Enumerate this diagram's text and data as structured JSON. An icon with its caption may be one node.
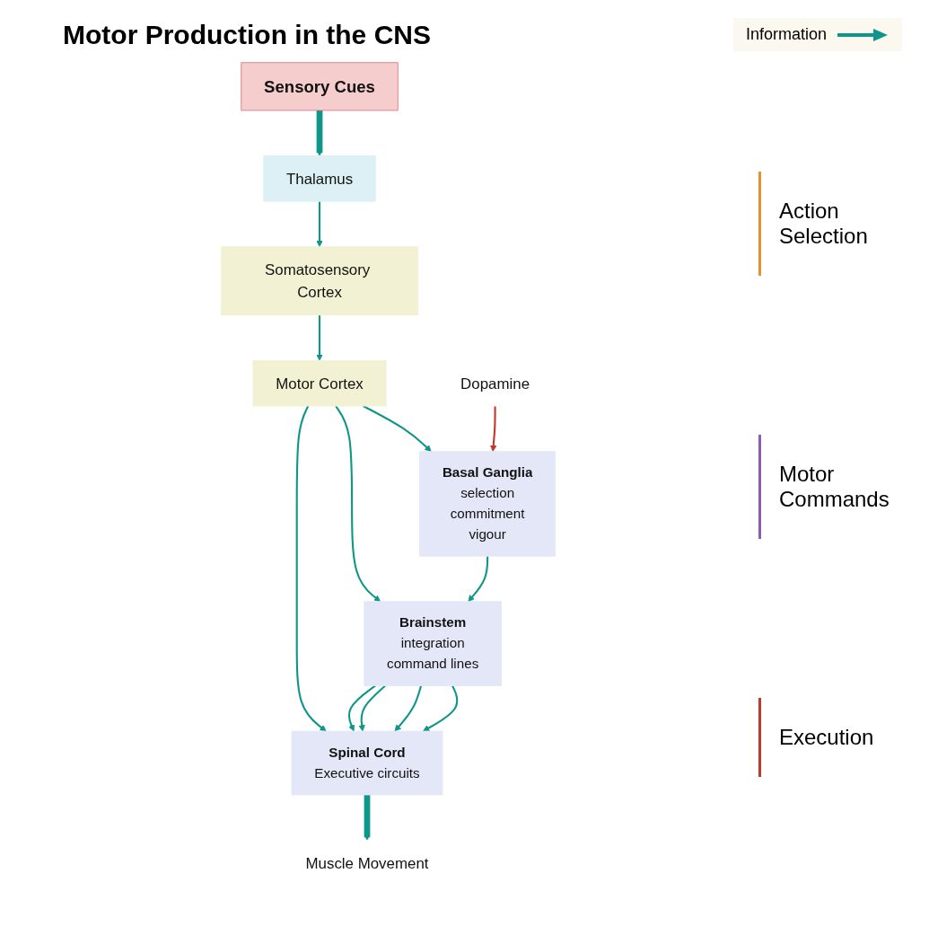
{
  "diagram": {
    "title": "Motor Production in the CNS",
    "nodes": [
      {
        "text": [
          "Somatosensory Cortex"
        ]
      },
      {
        "text": [
          "Motor Cortex"
        ]
      },
      {
        "text": [
          "Basal Ganglia",
          "selection",
          "commitment",
          "vigour"
        ]
      },
      {
        "text": [
          "Dopamine"
        ]
      },
      {
        "text": [
          "Thalamus"
        ]
      },
      {
        "text": [
          "Brainstem",
          "integration",
          "command lines"
        ]
      },
      {
        "text": [
          "Spinal Cord",
          "Executive circuits"
        ]
      },
      {
        "text": [
          "Sensory Cues"
        ]
      },
      {
        "text": [
          "Muscle Movement"
        ]
      }
    ],
    "edges": [
      {
        "from": 0,
        "to": 1,
        "arrow": "to"
      },
      {
        "from": 4,
        "to": 0,
        "arrow": "to"
      },
      {
        "from": 1,
        "to": 2,
        "arrow": "to"
      },
      {
        "from": 3,
        "to": 2,
        "arrow": "to",
        "color": "#c0392b"
      },
      {
        "from": 1,
        "to": 5,
        "arrow": "to"
      },
      {
        "from": 2,
        "to": 5,
        "arrow": "to"
      },
      {
        "from": 5,
        "to": 6,
        "arrow": "to"
      },
      {
        "from": 5,
        "to": 6,
        "arrow": "to"
      },
      {
        "from": 5,
        "to": 6,
        "arrow": "to"
      },
      {
        "from": 5,
        "to": 6,
        "arrow": "to"
      },
      {
        "from": 1,
        "to": 6,
        "arrow": "to"
      },
      {
        "from": 7,
        "to": 4,
        "arrow": "to",
        "style": "thick"
      },
      {
        "from": 6,
        "to": 8,
        "arrow": "to",
        "style": "thick"
      }
    ],
    "labels": [
      "Action Selection",
      "Motor Commands",
      "Execution"
    ],
    "legend": [
      {
        "text": "Information"
      }
    ]
  }
}
